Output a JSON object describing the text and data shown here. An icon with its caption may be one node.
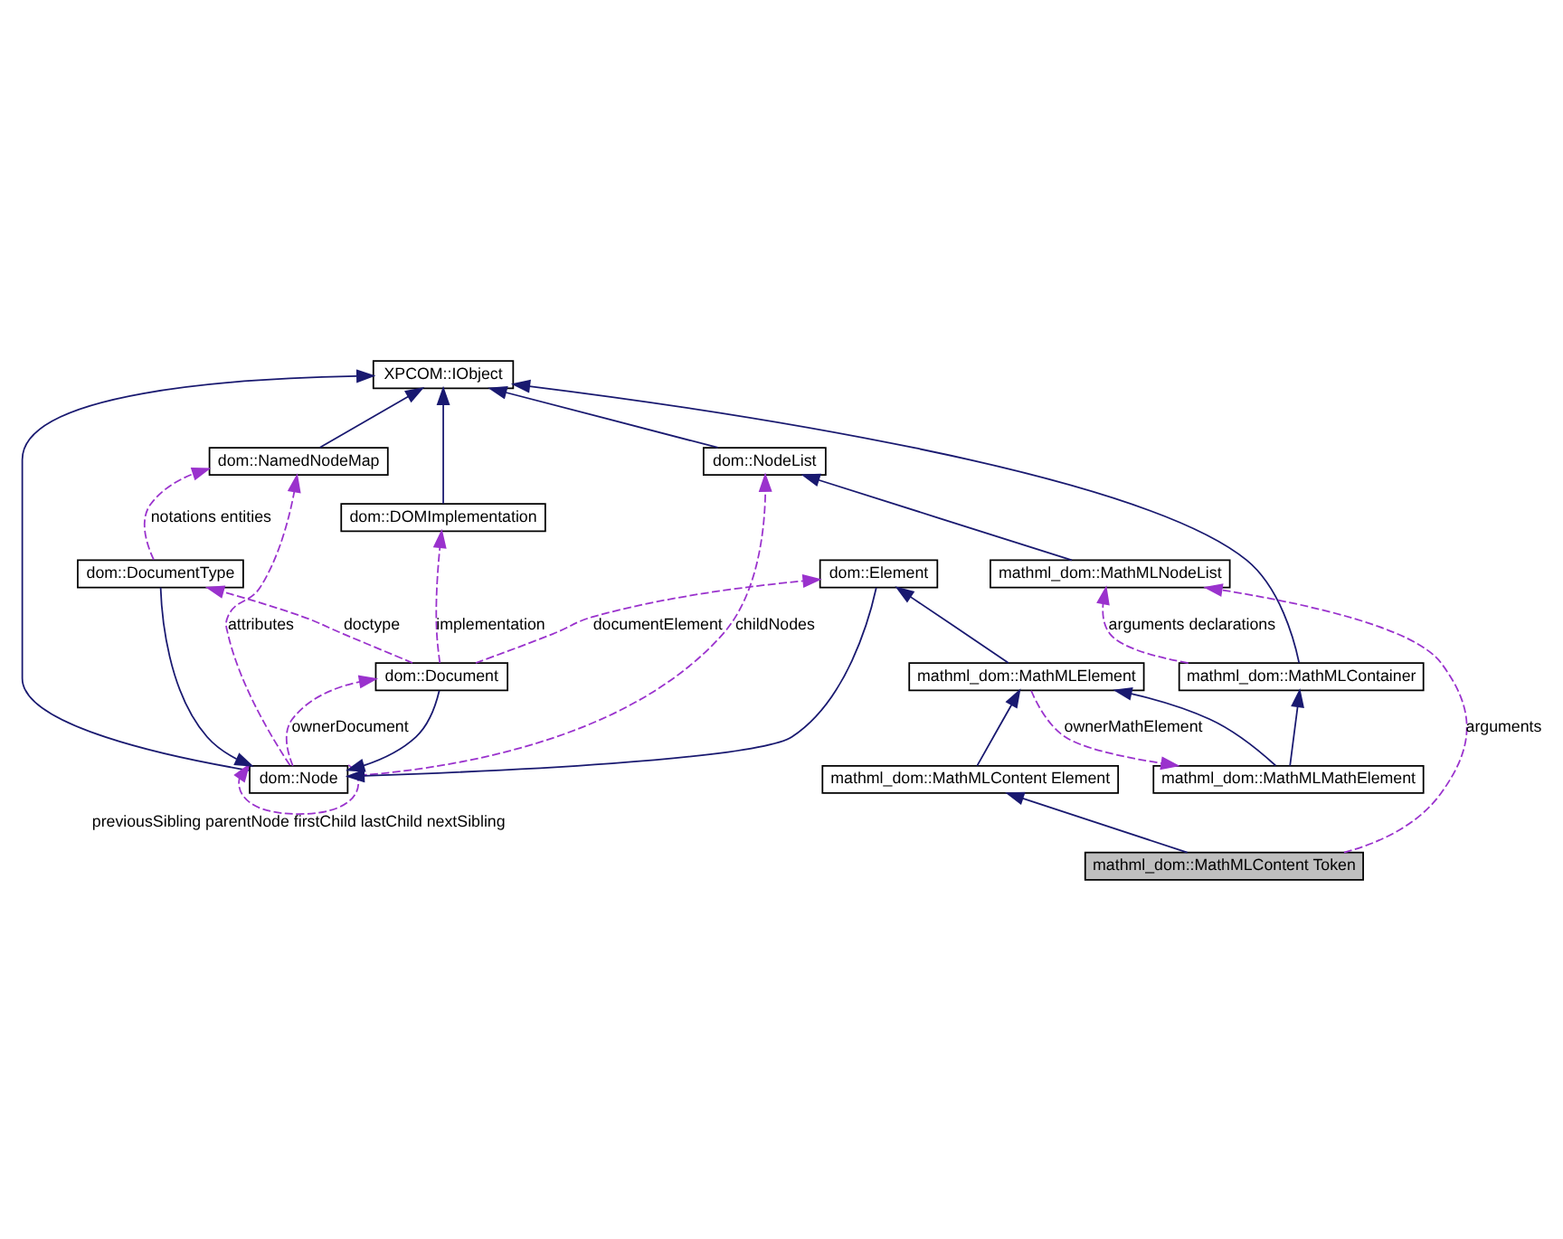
{
  "diagram": {
    "nodes": [
      {
        "text": [
          "XPCOM::IObject"
        ]
      },
      {
        "text": [
          "dom::NamedNodeMap"
        ]
      },
      {
        "text": [
          "dom::NodeList"
        ]
      },
      {
        "text": [
          "dom::DOMImplementation"
        ]
      },
      {
        "text": [
          "dom::Node"
        ]
      },
      {
        "text": [
          "mathml_dom::MathMLNodeList"
        ]
      },
      {
        "text": [
          "dom::DocumentType"
        ]
      },
      {
        "text": [
          "dom::Element"
        ]
      },
      {
        "text": [
          "mathml_dom::MathMLContainer"
        ]
      },
      {
        "text": [
          "mathml_dom::MathMLElement"
        ]
      },
      {
        "text": [
          "dom::Document"
        ]
      },
      {
        "text": [
          "mathml_dom::MathMLContent Element"
        ]
      },
      {
        "text": [
          "mathml_dom::MathMLMathElement"
        ]
      },
      {
        "text": [
          "mathml_dom::MathMLContent Token"
        ]
      }
    ],
    "edges": [
      {
        "from": 1,
        "to": 0,
        "arrow": "to"
      },
      {
        "from": 2,
        "to": 0,
        "arrow": "to"
      },
      {
        "from": 3,
        "to": 0,
        "arrow": "to"
      },
      {
        "from": 4,
        "to": 0,
        "arrow": "to"
      },
      {
        "from": 8,
        "to": 0,
        "arrow": "to"
      },
      {
        "from": 4,
        "to": 1,
        "arrow": "to",
        "label": "attributes",
        "style": "dashed",
        "color": "#9a32cd"
      },
      {
        "from": 6,
        "to": 1,
        "arrow": "to",
        "label": "notations entities",
        "style": "dashed",
        "color": "#9a32cd"
      },
      {
        "from": 5,
        "to": 2,
        "arrow": "to"
      },
      {
        "from": 4,
        "to": 2,
        "arrow": "to",
        "label": "childNodes",
        "style": "dashed",
        "color": "#9a32cd"
      },
      {
        "from": 10,
        "to": 3,
        "arrow": "to",
        "label": "implementation",
        "style": "dashed",
        "color": "#9a32cd"
      },
      {
        "from": 4,
        "to": 4,
        "arrow": "to",
        "label": "previousSibling parentNode firstChild lastChild nextSibling",
        "style": "dashed",
        "color": "#9a32cd"
      },
      {
        "from": 6,
        "to": 4,
        "arrow": "to"
      },
      {
        "from": 7,
        "to": 4,
        "arrow": "to"
      },
      {
        "from": 10,
        "to": 4,
        "arrow": "to"
      },
      {
        "from": 8,
        "to": 5,
        "arrow": "to",
        "label": "arguments declarations",
        "style": "dashed",
        "color": "#9a32cd"
      },
      {
        "from": 13,
        "to": 5,
        "arrow": "to",
        "label": "arguments",
        "style": "dashed",
        "color": "#9a32cd"
      },
      {
        "from": 10,
        "to": 6,
        "arrow": "to",
        "label": "doctype",
        "style": "dashed",
        "color": "#9a32cd"
      },
      {
        "from": 9,
        "to": 7,
        "arrow": "to"
      },
      {
        "from": 10,
        "to": 7,
        "arrow": "to",
        "label": "documentElement",
        "style": "dashed",
        "color": "#9a32cd"
      },
      {
        "from": 12,
        "to": 8,
        "arrow": "to"
      },
      {
        "from": 11,
        "to": 9,
        "arrow": "to"
      },
      {
        "from": 12,
        "to": 9,
        "arrow": "to"
      },
      {
        "from": 4,
        "to": 10,
        "arrow": "to",
        "label": "ownerDocument",
        "style": "dashed",
        "color": "#9a32cd"
      },
      {
        "from": 9,
        "to": 12,
        "arrow": "to",
        "label": "ownerMathElement",
        "style": "dashed",
        "color": "#9a32cd"
      },
      {
        "from": 13,
        "to": 11,
        "arrow": "to"
      }
    ]
  }
}
